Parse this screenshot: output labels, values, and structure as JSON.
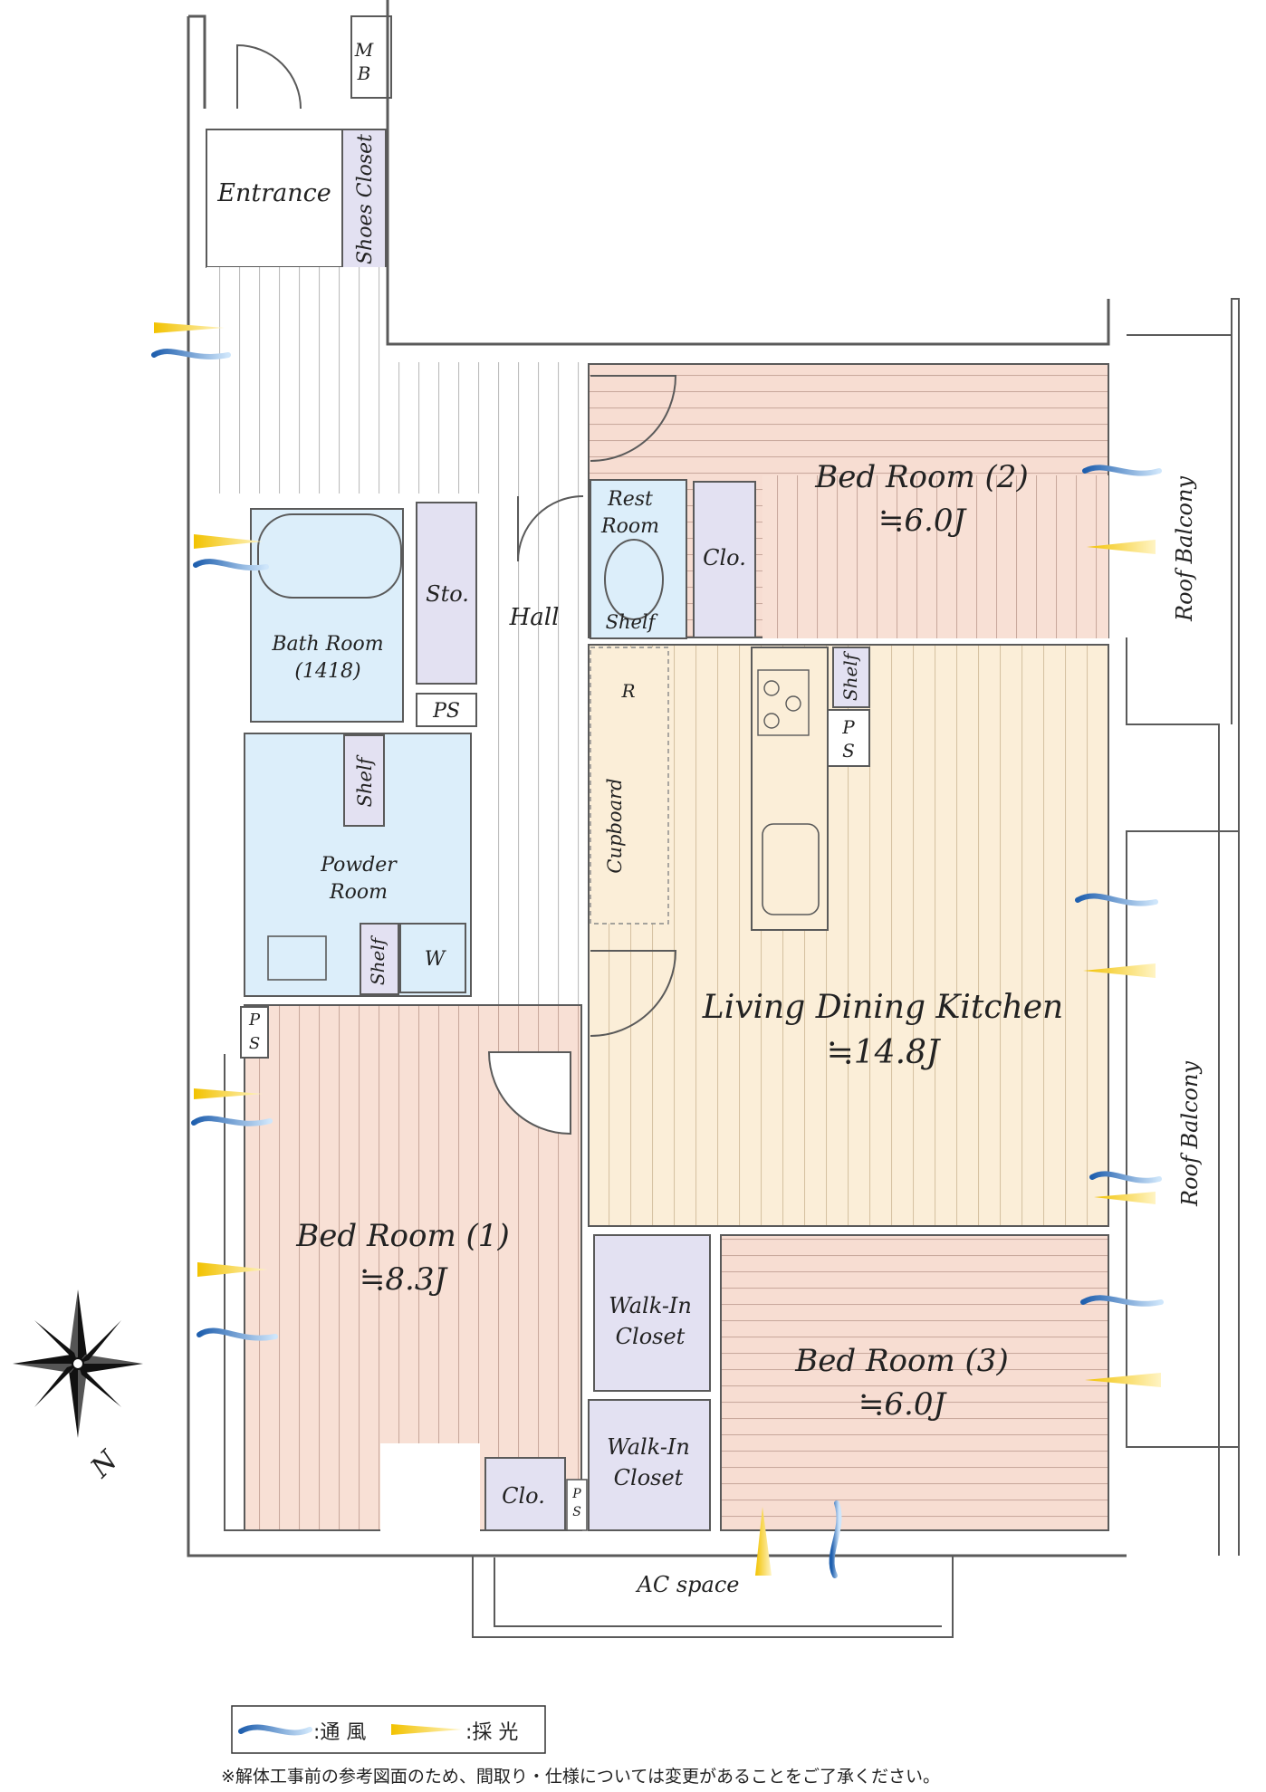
{
  "rooms": {
    "entrance": "Entrance",
    "shoes_closet": "Shoes Closet",
    "mb_m": "M",
    "mb_b": "B",
    "bed2_name": "Bed Room (2)",
    "bed2_size": "≒6.0J",
    "rest_room_1": "Rest",
    "rest_room_2": "Room",
    "rest_shelf": "Shelf",
    "clo_bed2": "Clo.",
    "bath_1": "Bath Room",
    "bath_2": "(1418)",
    "sto": "Sto.",
    "hall": "Hall",
    "ps_hall": "PS",
    "r_mark": "R",
    "cupboard": "Cupboard",
    "kitchen_shelf": "Shelf",
    "ps_kitchen_p": "P",
    "ps_kitchen_s": "S",
    "powder_shelf": "Shelf",
    "powder_1": "Powder",
    "powder_2": "Room",
    "washer_shelf": "Shelf",
    "washer": "W",
    "ldk_name": "Living Dining Kitchen",
    "ldk_size": "≒14.8J",
    "ps_bed1_p": "P",
    "ps_bed1_s": "S",
    "bed1_name": "Bed Room (1)",
    "bed1_size": "≒8.3J",
    "wic1_1": "Walk-In",
    "wic1_2": "Closet",
    "wic2_1": "Walk-In",
    "wic2_2": "Closet",
    "bed3_name": "Bed Room (3)",
    "bed3_size": "≒6.0J",
    "clo_bed1": "Clo.",
    "ps_small_p": "P",
    "ps_small_s": "S",
    "ac_space": "AC space",
    "roof_balcony_1": "Roof Balcony",
    "roof_balcony_2": "Roof Balcony"
  },
  "compass": {
    "north": "N"
  },
  "legend": {
    "wind": ":通 風",
    "light": ":採 光"
  },
  "note": "※解体工事前の参考図面のため、間取り・仕様については変更があることをご了承ください。",
  "colors": {
    "wall": "#5a5a5a",
    "bedroom": "#f7ddd2",
    "ldk": "#fbeed8",
    "wet_area": "#dceefa",
    "closet": "#e3e1f2",
    "floor_stripe": "#b8b8b8",
    "wind_blue": "#3a7fc4",
    "light_yellow": "#f2c400"
  }
}
